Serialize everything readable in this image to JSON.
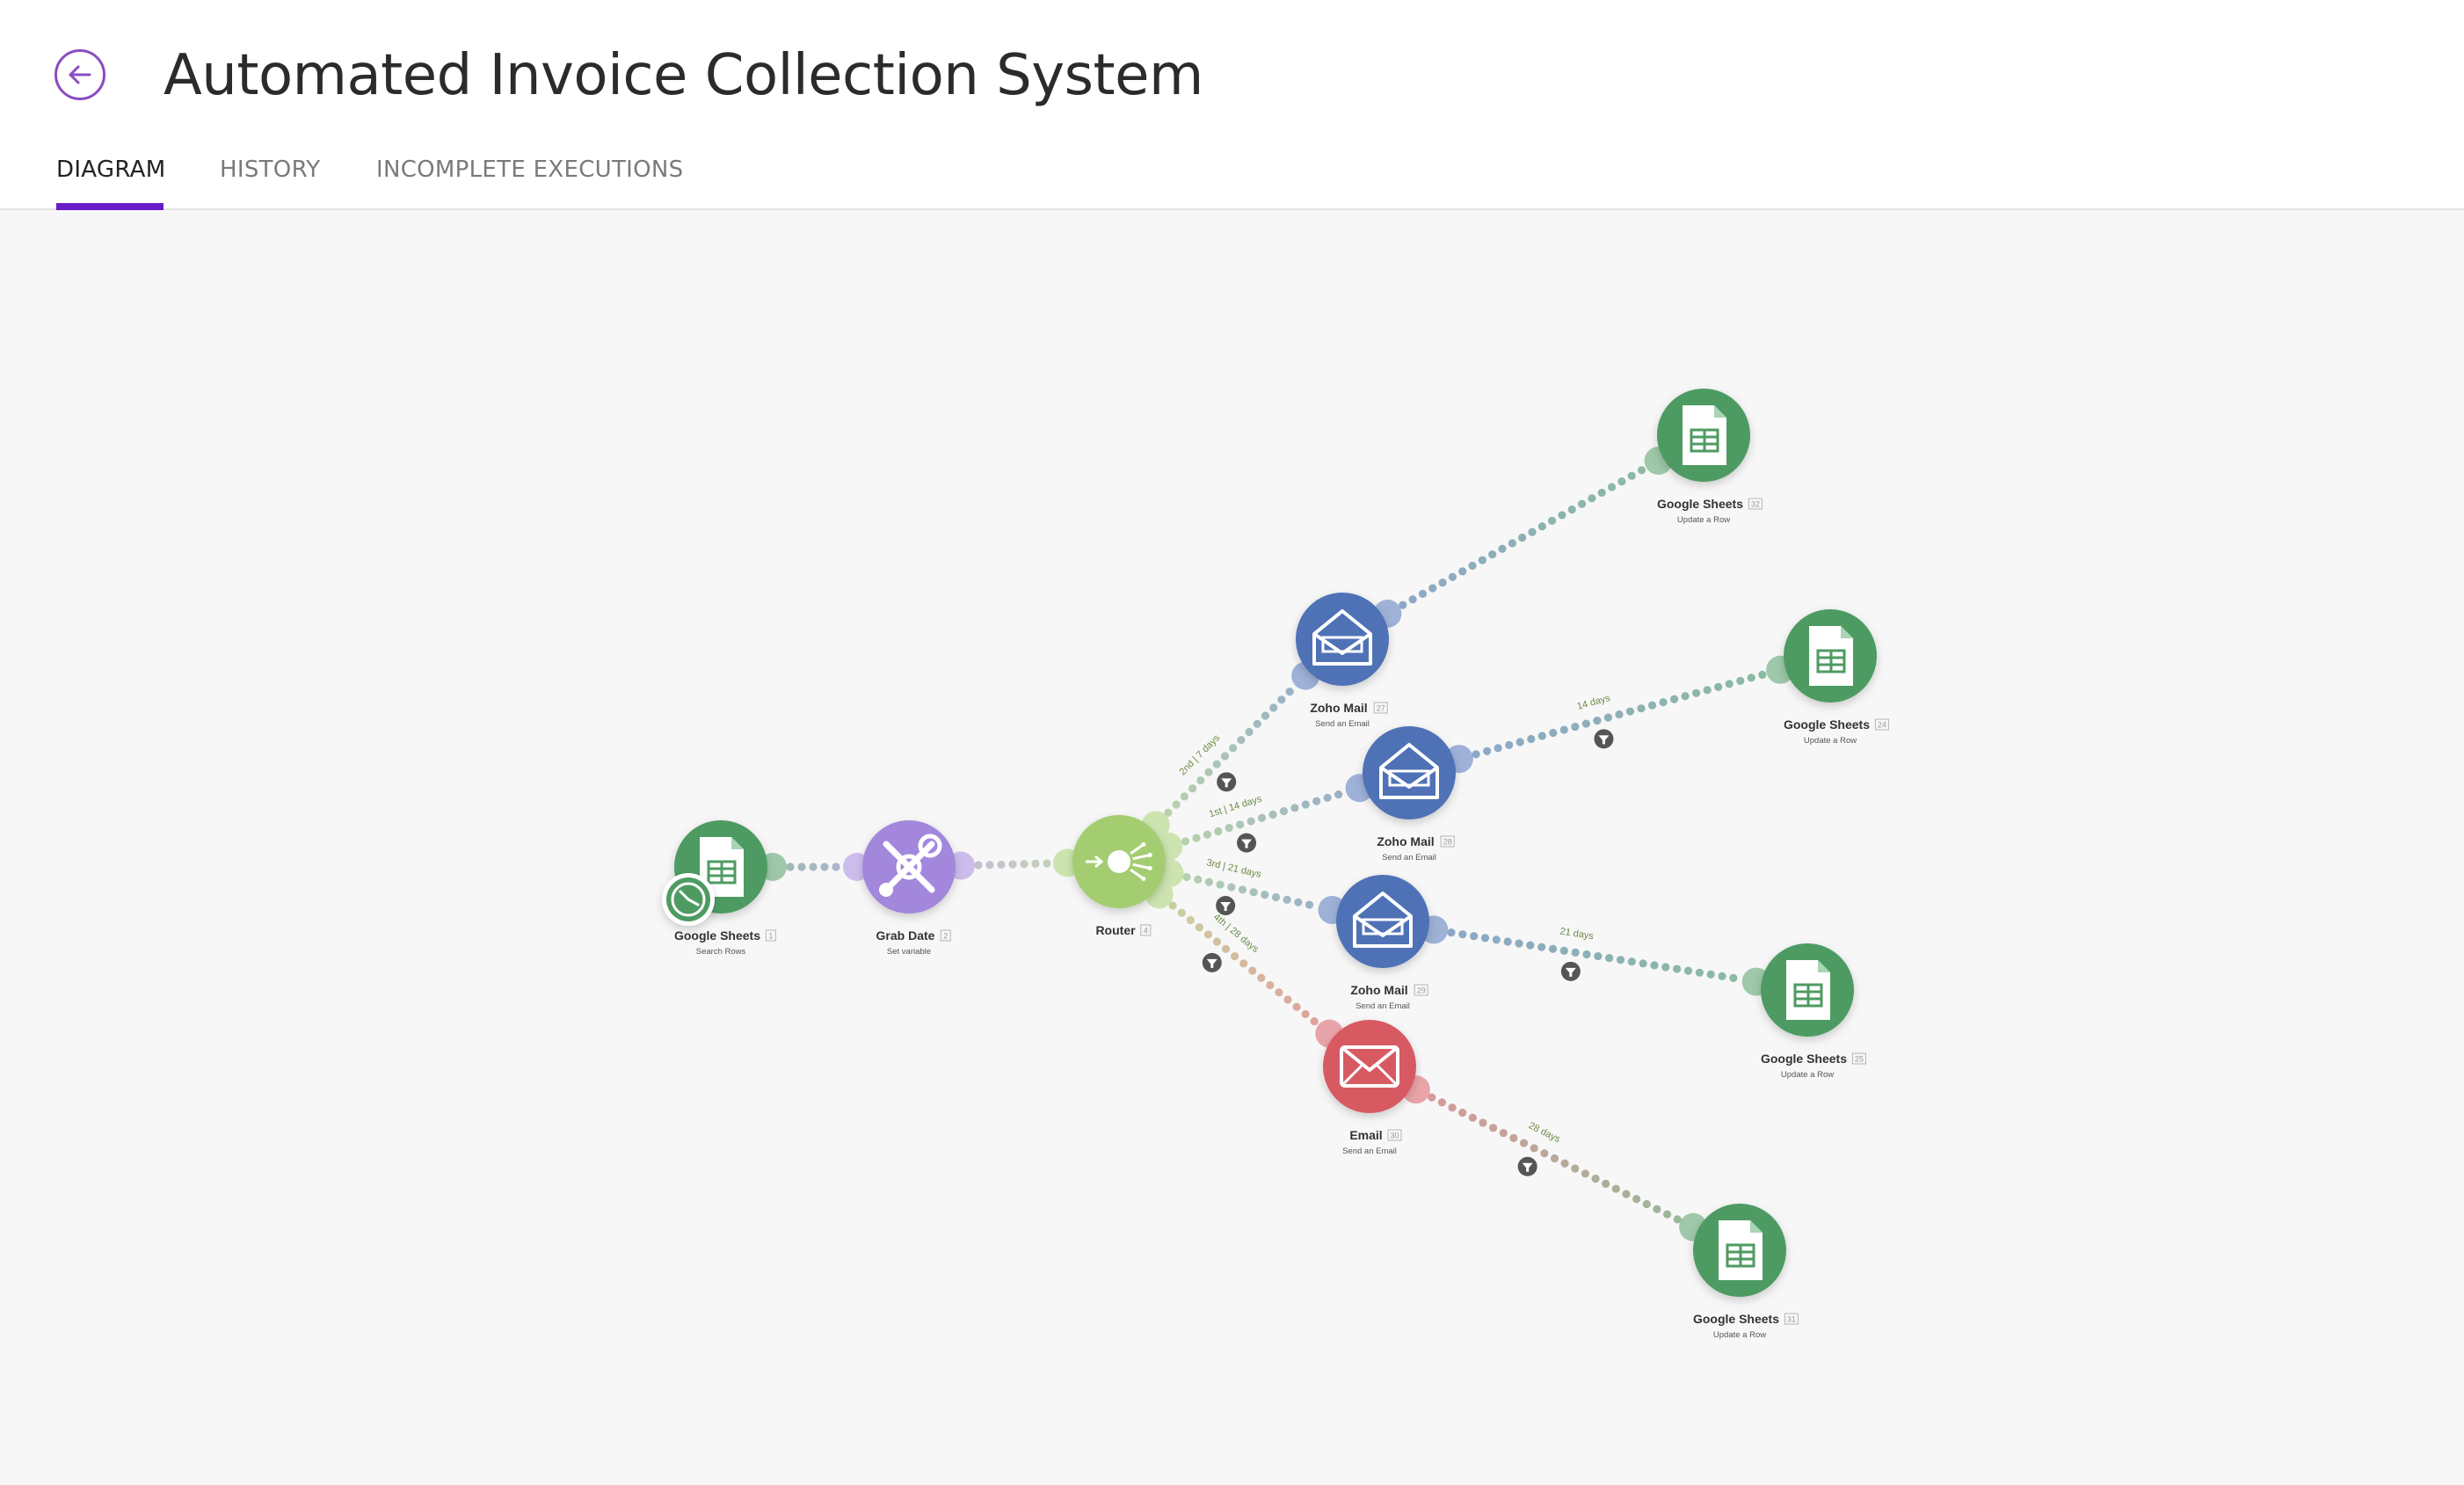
{
  "header": {
    "title": "Automated Invoice Collection System",
    "tabs": [
      {
        "label": "DIAGRAM",
        "active": true
      },
      {
        "label": "HISTORY",
        "active": false
      },
      {
        "label": "INCOMPLETE EXECUTIONS",
        "active": false
      }
    ]
  },
  "colors": {
    "accent": "#6a1bc8",
    "back_icon": "#8a4cc2",
    "google_sheets": "#4e9b62",
    "tools": "#a287dc",
    "router": "#a4cd71",
    "zoho_mail": "#4f72b6",
    "email": "#d75a63"
  },
  "scenario": {
    "modules": [
      {
        "app": "Google Sheets",
        "id": "1",
        "action": "Search Rows",
        "icon": "sheets-icon",
        "color": "#4e9b62",
        "trigger": true
      },
      {
        "app": "Grab Date",
        "id": "2",
        "action": "Set variable",
        "icon": "tools-icon",
        "color": "#a287dc"
      },
      {
        "app": "Router",
        "id": "4",
        "action": "",
        "icon": "router-icon",
        "color": "#a4cd71"
      },
      {
        "app": "Zoho Mail",
        "id": "27",
        "action": "Send an Email",
        "icon": "zoho-mail-icon",
        "color": "#4f72b6"
      },
      {
        "app": "Zoho Mail",
        "id": "28",
        "action": "Send an Email",
        "icon": "zoho-mail-icon",
        "color": "#4f72b6"
      },
      {
        "app": "Zoho Mail",
        "id": "29",
        "action": "Send an Email",
        "icon": "zoho-mail-icon",
        "color": "#4f72b6"
      },
      {
        "app": "Email",
        "id": "30",
        "action": "Send an Email",
        "icon": "email-icon",
        "color": "#d75a63"
      },
      {
        "app": "Google Sheets",
        "id": "32",
        "action": "Update a Row",
        "icon": "sheets-icon",
        "color": "#4e9b62"
      },
      {
        "app": "Google Sheets",
        "id": "24",
        "action": "Update a Row",
        "icon": "sheets-icon",
        "color": "#4e9b62"
      },
      {
        "app": "Google Sheets",
        "id": "25",
        "action": "Update a Row",
        "icon": "sheets-icon",
        "color": "#4e9b62"
      },
      {
        "app": "Google Sheets",
        "id": "31",
        "action": "Update a Row",
        "icon": "sheets-icon",
        "color": "#4e9b62"
      }
    ],
    "routes": [
      {
        "from": 0,
        "to": 1,
        "filter": false,
        "label": ""
      },
      {
        "from": 1,
        "to": 2,
        "filter": false,
        "label": ""
      },
      {
        "from": 2,
        "to": 3,
        "filter": true,
        "label": "2nd | 7 days"
      },
      {
        "from": 2,
        "to": 4,
        "filter": true,
        "label": "1st | 14 days"
      },
      {
        "from": 2,
        "to": 5,
        "filter": true,
        "label": "3rd | 21 days"
      },
      {
        "from": 2,
        "to": 6,
        "filter": true,
        "label": "4th | 28 days"
      },
      {
        "from": 3,
        "to": 7,
        "filter": false,
        "label": ""
      },
      {
        "from": 4,
        "to": 8,
        "filter": true,
        "label": "14 days"
      },
      {
        "from": 5,
        "to": 9,
        "filter": true,
        "label": "21 days"
      },
      {
        "from": 6,
        "to": 10,
        "filter": true,
        "label": "28 days"
      }
    ]
  }
}
